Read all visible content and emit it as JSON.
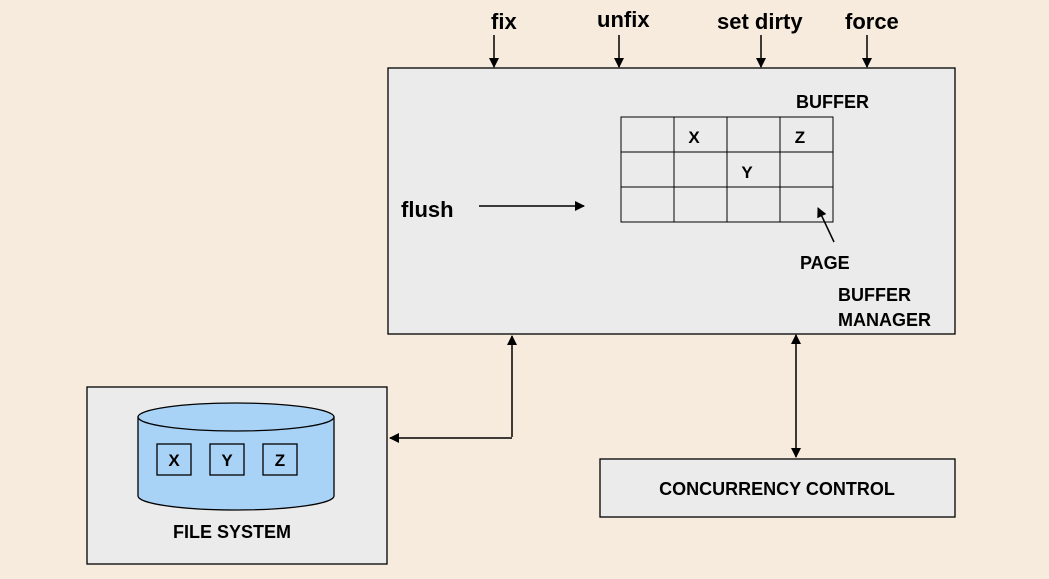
{
  "operations": {
    "fix": "fix",
    "unfix": "unfix",
    "set_dirty": "set dirty",
    "force": "force",
    "flush": "flush"
  },
  "buffer_manager": {
    "buffer_label": "BUFFER",
    "page_label": "PAGE",
    "title_line1": "BUFFER",
    "title_line2": "MANAGER",
    "grid": [
      [
        "",
        "X",
        "",
        "Z"
      ],
      [
        "",
        "",
        "Y",
        ""
      ],
      [
        "",
        "",
        "",
        ""
      ]
    ]
  },
  "file_system": {
    "label": "FILE SYSTEM",
    "pages": [
      "X",
      "Y",
      "Z"
    ],
    "cylinder_color": "#a9d3f6"
  },
  "concurrency_control": {
    "label": "CONCURRENCY CONTROL"
  },
  "colors": {
    "background": "#f6ebdc",
    "box_fill": "#ebebeb"
  }
}
